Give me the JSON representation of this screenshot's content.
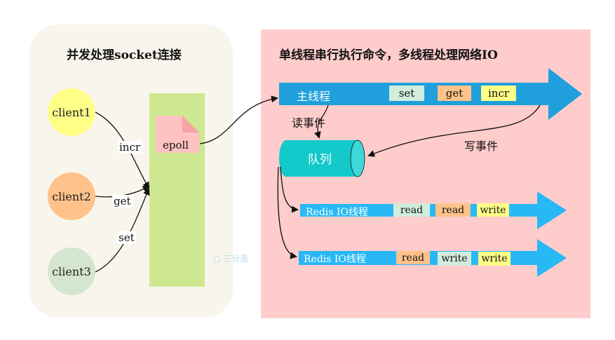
{
  "left_title": "并发处理socket连接",
  "right_title": "单线程串行执行命令，多线程处理网络IO",
  "clients": [
    {
      "label": "client1",
      "color": "#ffff88"
    },
    {
      "label": "client2",
      "color": "#ffc28a"
    },
    {
      "label": "client3",
      "color": "#d5e6d0"
    }
  ],
  "commands": [
    "incr",
    "get",
    "set"
  ],
  "epoll_label": "epoll",
  "main_thread": {
    "label": "主线程",
    "ops": [
      {
        "text": "set",
        "color": "#d2ecdc"
      },
      {
        "text": "get",
        "color": "#ffc28a"
      },
      {
        "text": "incr",
        "color": "#ffff88"
      }
    ]
  },
  "read_event_label": "读事件",
  "write_event_label": "写事件",
  "queue_label": "队列",
  "io_threads": [
    {
      "label": "Redis IO线程",
      "ops": [
        {
          "text": "read",
          "color": "#d2ecdc"
        },
        {
          "text": "read",
          "color": "#ffc28a"
        },
        {
          "text": "write",
          "color": "#ffff88"
        }
      ]
    },
    {
      "label": "Redis IO线程",
      "ops": [
        {
          "text": "read",
          "color": "#ffc28a"
        },
        {
          "text": "write",
          "color": "#d2ecdc"
        },
        {
          "text": "write",
          "color": "#ffff88"
        }
      ]
    }
  ],
  "watermark": "三分恶",
  "colors": {
    "main_arrow": "#1f9fdc",
    "io_arrow": "#27b8f5",
    "queue": "#13c9c9",
    "epoll_bar": "#cde890",
    "epoll_doc": "#ffc2c2"
  }
}
